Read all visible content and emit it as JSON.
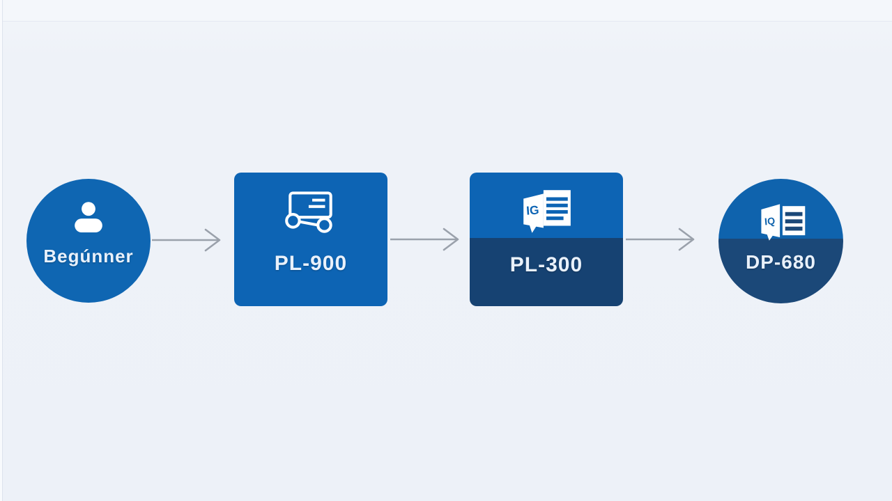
{
  "page": {
    "background_color": "#edf1f8",
    "top_band_color": "#f4f7fb"
  },
  "diagram": {
    "type": "flow",
    "direction": "left-to-right",
    "text_color": "#e9f1fb",
    "arrow_color": "#9aa1ab",
    "nodes": [
      {
        "id": "start",
        "label": "Begúnner",
        "shape": "circle",
        "icon": "person-icon",
        "fill": "#0f66b2"
      },
      {
        "id": "pl-900",
        "label": "PL-900",
        "shape": "rounded-square",
        "icon": "certificate-workflow-icon",
        "fill": "#0d64b4"
      },
      {
        "id": "pl-300",
        "label": "PL-300",
        "shape": "rounded-square",
        "icon": "report-document-icon",
        "icon_glyph": "IG",
        "fill_top": "#0d64b4",
        "fill_bottom": "#164272"
      },
      {
        "id": "dp-600",
        "label": "DP-680",
        "shape": "circle",
        "icon": "folded-report-document-icon",
        "icon_glyph": "IQ",
        "fill_top": "#0f63ad",
        "fill_bottom": "#1b4878"
      }
    ],
    "connectors": [
      {
        "from": "start",
        "to": "pl-900",
        "style": "open-arrow"
      },
      {
        "from": "pl-900",
        "to": "pl-300",
        "style": "open-arrow"
      },
      {
        "from": "pl-300",
        "to": "dp-600",
        "style": "open-arrow"
      }
    ]
  }
}
